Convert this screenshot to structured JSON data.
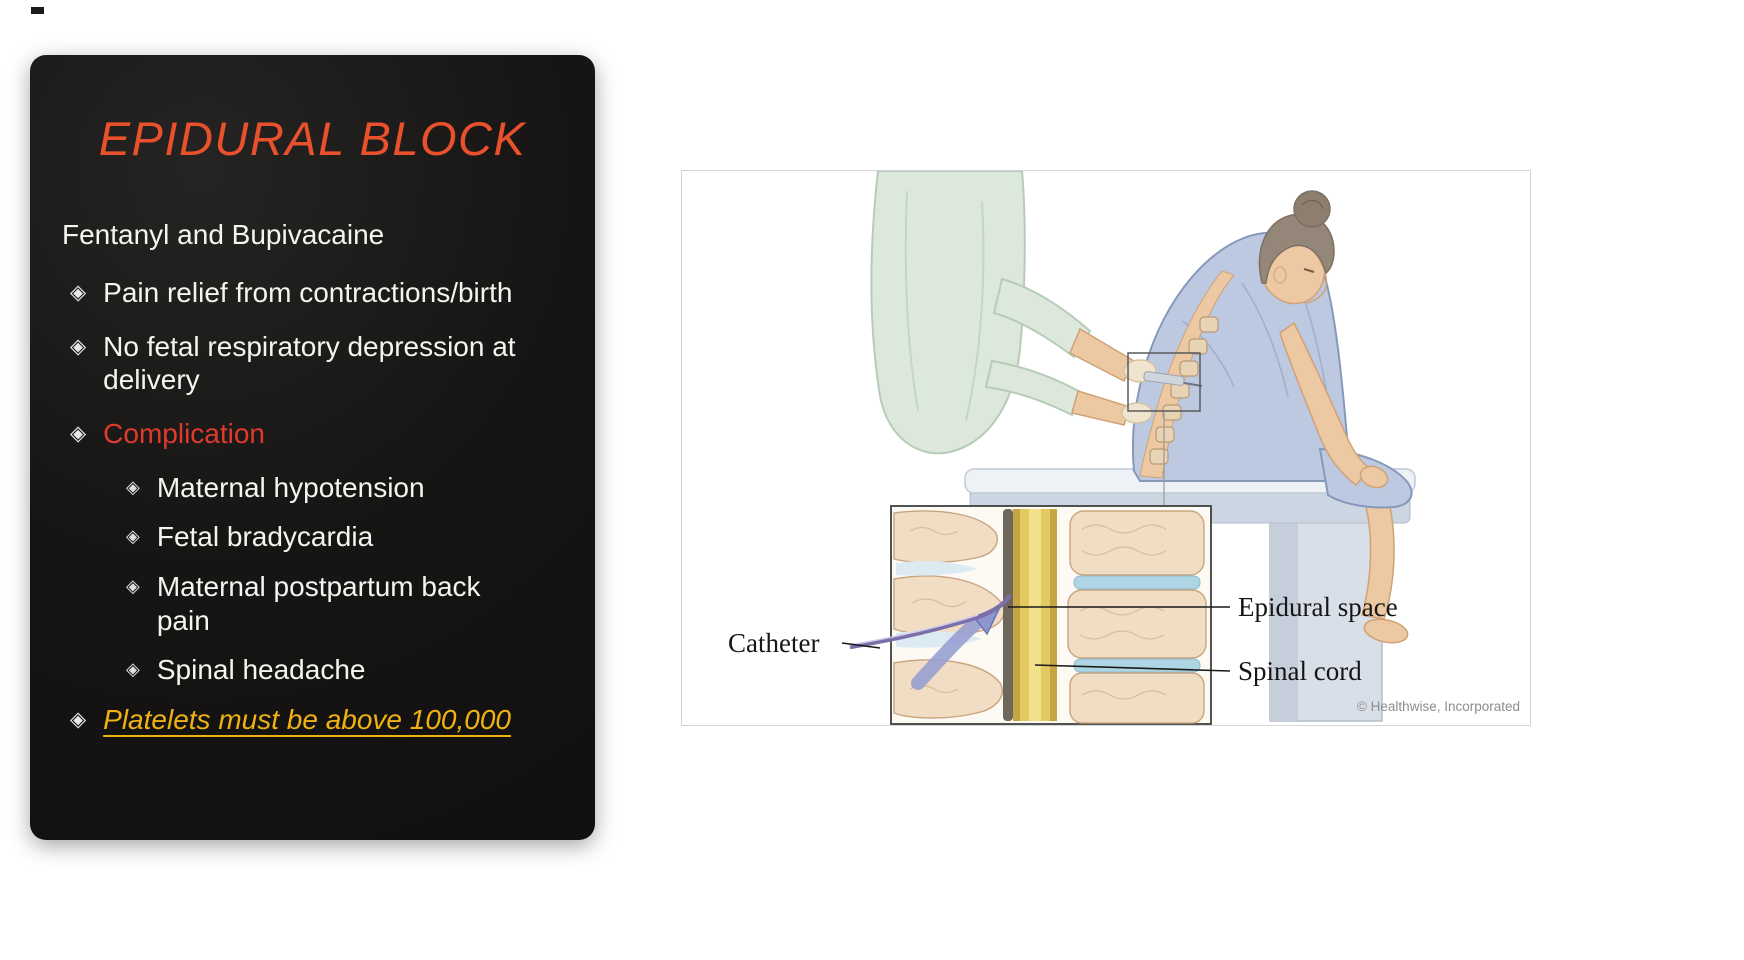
{
  "slide": {
    "title": "EPIDURAL BLOCK",
    "intro": "Fentanyl and Bupivacaine",
    "bullets": [
      {
        "level": 1,
        "style": "normal",
        "text": "Pain relief from contractions/birth"
      },
      {
        "level": 1,
        "style": "normal",
        "text": "No fetal respiratory depression at delivery"
      },
      {
        "level": 1,
        "style": "red",
        "text": "Complication"
      },
      {
        "level": 2,
        "style": "normal",
        "text": "Maternal hypotension"
      },
      {
        "level": 2,
        "style": "normal",
        "text": "Fetal bradycardia"
      },
      {
        "level": 2,
        "style": "normal",
        "text": "Maternal postpartum back pain"
      },
      {
        "level": 2,
        "style": "normal",
        "text": "Spinal headache"
      },
      {
        "level": 1,
        "style": "gold-italic-underline",
        "text": "Platelets must be above 100,000"
      }
    ]
  },
  "figure": {
    "labels": {
      "catheter": "Catheter",
      "epidural_space": "Epidural space",
      "spinal_cord": "Spinal cord"
    },
    "credit": "© Healthwise, Incorporated"
  },
  "icons": {
    "diamond_bullet": "◈"
  },
  "colors": {
    "title_color": "#e8512b",
    "complication_color": "#e03a2c",
    "platelets_color": "#efb211",
    "body_text_color": "#f5f4f1",
    "panel_bg_color": "#171514"
  }
}
